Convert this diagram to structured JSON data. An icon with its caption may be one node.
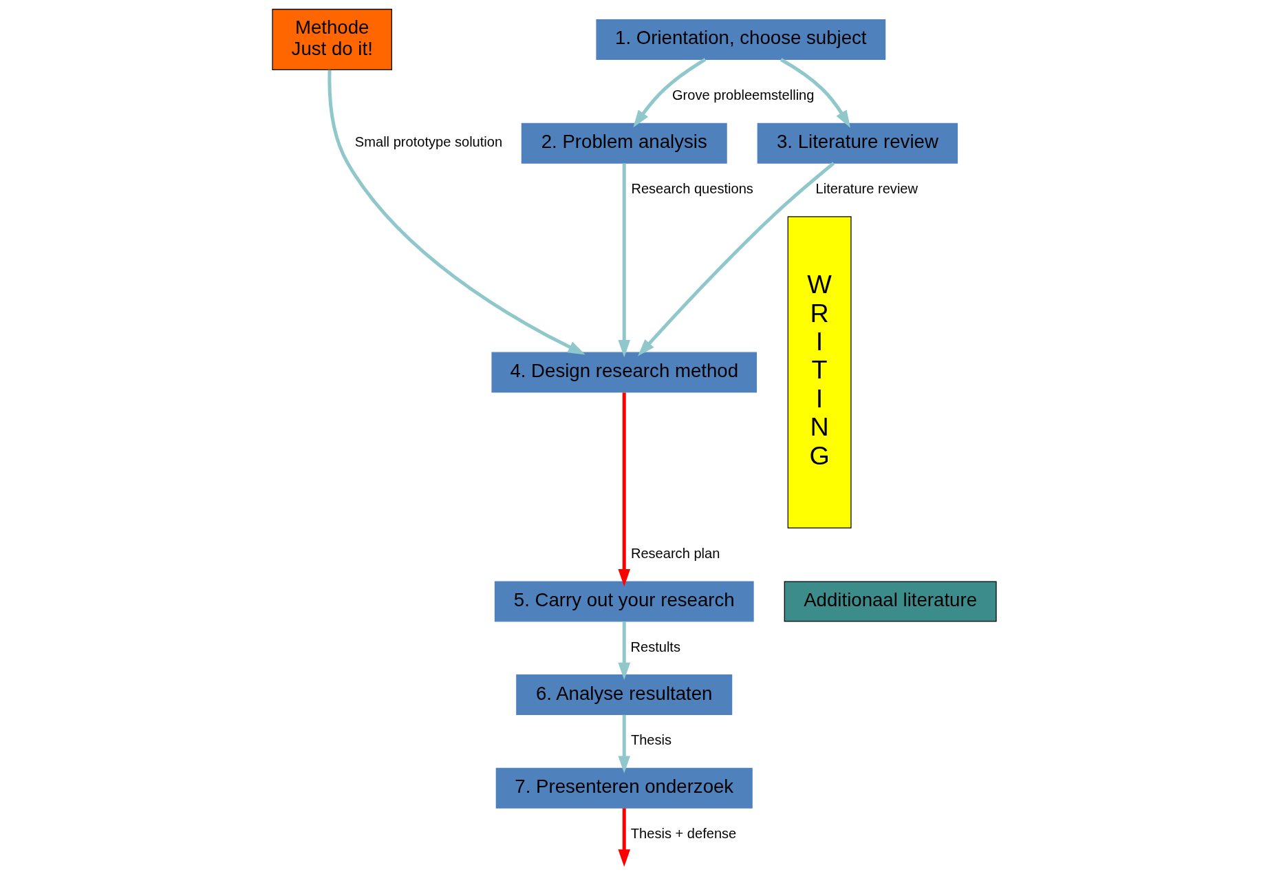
{
  "diagram": {
    "nodes": [
      {
        "text": [
          "Methode",
          "Just do it!"
        ]
      },
      {
        "text": [
          "1. Orientation, choose subject"
        ]
      },
      {
        "text": [
          "2. Problem analysis"
        ]
      },
      {
        "text": [
          "3. Literature review"
        ]
      },
      {
        "text": [
          "4. Design research method"
        ]
      },
      {
        "text": [
          "5. Carry out your research"
        ]
      },
      {
        "text": [
          "6. Analyse resultaten"
        ]
      },
      {
        "text": [
          "7. Presenteren onderzoek"
        ]
      },
      {
        "text": [
          "Additionaal literature"
        ]
      },
      {
        "text": [
          "WRITING"
        ]
      }
    ],
    "edges": [
      {
        "from": 1,
        "to": 2,
        "arrow": "to",
        "label": "Grove probleemstelling"
      },
      {
        "from": 1,
        "to": 3,
        "arrow": "to"
      },
      {
        "from": 2,
        "to": 4,
        "arrow": "to",
        "label": "Research questions"
      },
      {
        "from": 3,
        "to": 4,
        "arrow": "to",
        "label": "Literature review"
      },
      {
        "from": 0,
        "to": 4,
        "arrow": "to",
        "label": "Small prototype solution"
      },
      {
        "from": 4,
        "to": 5,
        "arrow": "to",
        "label": "Research plan",
        "color": "#ff0000"
      },
      {
        "from": 5,
        "to": 6,
        "arrow": "to",
        "label": "Restults"
      },
      {
        "from": 6,
        "to": 7,
        "arrow": "to",
        "label": "Thesis"
      },
      {
        "from": 7,
        "to": null,
        "arrow": "to",
        "label": "Thesis + defense",
        "color": "#ff0000"
      }
    ]
  }
}
